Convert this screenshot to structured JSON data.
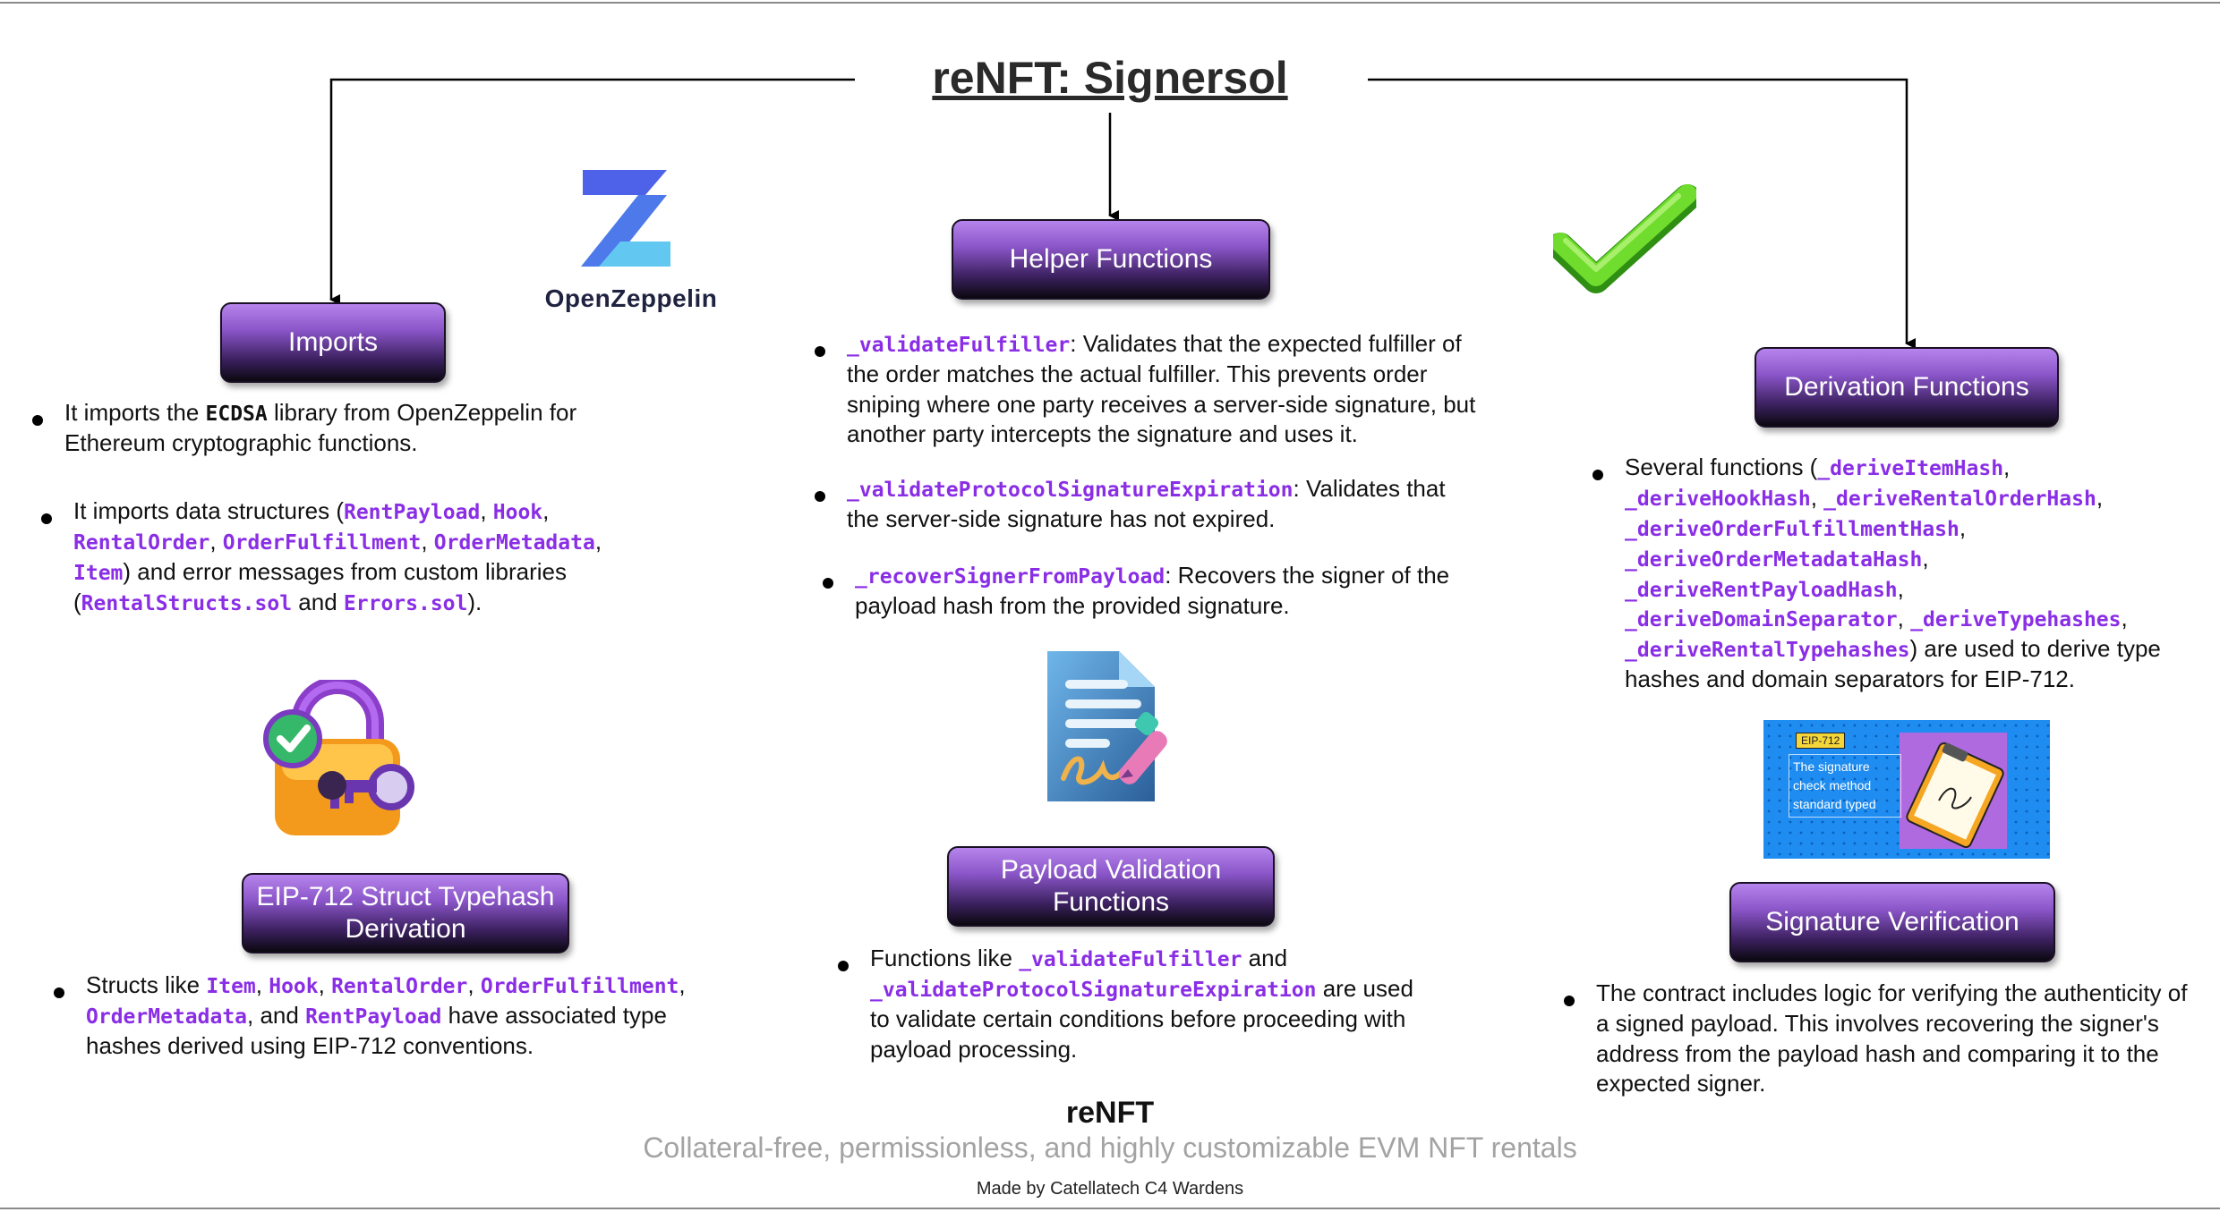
{
  "title": "reNFT: Signersol",
  "logo": {
    "name": "OpenZeppelin",
    "icon": "openzeppelin-logo-icon"
  },
  "sections": {
    "imports": {
      "label": "Imports",
      "b1": {
        "pre": "It imports the ",
        "lib": "ECDSA",
        "post": " library from OpenZeppelin for Ethereum cryptographic functions."
      },
      "b2": {
        "pre": "It imports data structures (",
        "s1": "RentPayload",
        "s2": "Hook",
        "s3": "RentalOrder",
        "s4": "OrderFulfillment",
        "s5": "OrderMetadata",
        "s6": "Item",
        "mid": ") and error messages from custom libraries (",
        "f1": "RentalStructs.sol",
        "and": " and ",
        "f2": "Errors.sol",
        "end": ")."
      }
    },
    "eip712": {
      "label": "EIP-712 Struct Typehash Derivation",
      "b1": {
        "pre": "Structs like ",
        "s1": "Item",
        "s2": "Hook",
        "s3": "RentalOrder",
        "s4": "OrderFulfillment",
        "s5": "OrderMetadata",
        "and": ", and ",
        "s6": "RentPayload",
        "post": " have associated type hashes derived using EIP-712 conventions."
      }
    },
    "helper": {
      "label": "Helper Functions",
      "b1": {
        "fn": "_validateFulfiller",
        "text": ": Validates that the expected fulfiller of the order matches the actual fulfiller. This prevents order sniping where one party receives a server-side signature, but another party intercepts the signature and uses it."
      },
      "b2": {
        "fn": "_validateProtocolSignatureExpiration",
        "text": ": Validates that the server-side signature has not expired."
      },
      "b3": {
        "fn": "_recoverSignerFromPayload",
        "text": ": Recovers the signer of the payload hash from the provided signature."
      }
    },
    "payload": {
      "label": "Payload Validation Functions",
      "b1": {
        "pre": "Functions like ",
        "f1": "_validateFulfiller",
        "and": " and ",
        "f2": "_validateProtocolSignatureExpiration",
        "post": " are used to validate certain conditions before proceeding with payload processing."
      }
    },
    "derivation": {
      "label": "Derivation Functions",
      "b1": {
        "pre": "Several functions (",
        "f1": "_deriveItemHash",
        "f2": "_deriveHookHash",
        "f3": "_deriveRentalOrderHash",
        "f4": "_deriveOrderFulfillmentHash",
        "f5": "_deriveOrderMetadataHash",
        "f6": "_deriveRentPayloadHash",
        "f7": "_deriveDomainSeparator",
        "f8": "_deriveTypehashes",
        "f9": "_deriveRentalTypehashes",
        "post": ") are used to derive type hashes and domain separators for EIP-712."
      }
    },
    "signature": {
      "label": "Signature Verification",
      "b1": {
        "text": "The contract includes logic for verifying the authenticity of a signed payload. This involves recovering the signer's address from the payload hash and comparing it to the expected signer."
      }
    }
  },
  "eip_card": {
    "tag": "EIP-712",
    "text": "The signature check method standard typed"
  },
  "footer": {
    "title": "reNFT",
    "subtitle": "Collateral-free, permissionless, and highly customizable EVM NFT rentals",
    "credit": "Made by Catellatech C4 Wardens"
  },
  "colors": {
    "code": "#8a2ee6",
    "pill_top": "#b684ec",
    "pill_bottom": "#0b0810",
    "arrow": "#000000"
  },
  "icons": [
    "padlock-key-icon",
    "signed-document-icon",
    "checkmark-icon",
    "clipboard-signature-icon"
  ]
}
